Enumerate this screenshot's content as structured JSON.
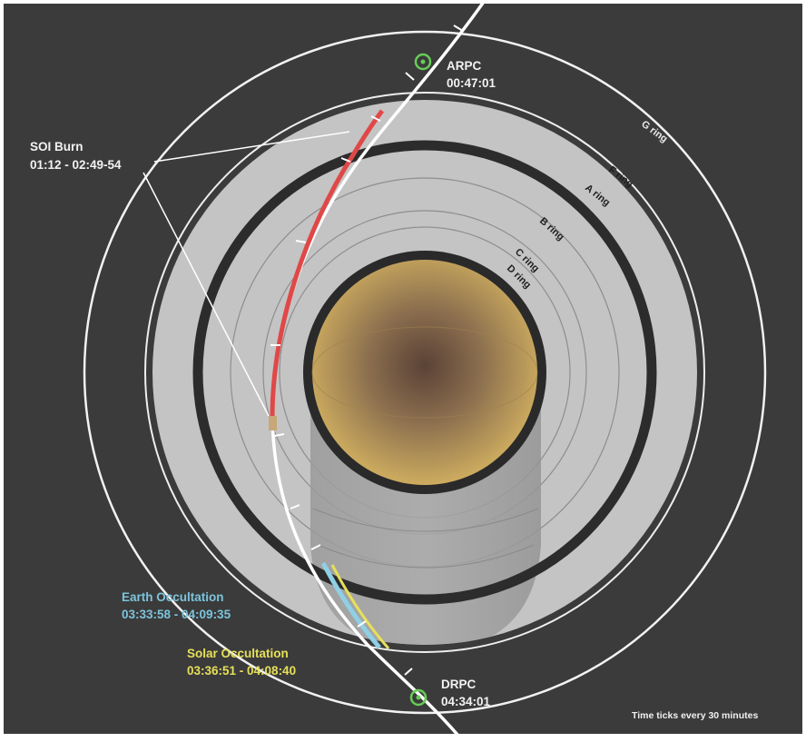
{
  "events": {
    "arpc": {
      "name": "ARPC",
      "time": "00:47:01"
    },
    "soi_burn": {
      "name": "SOI Burn",
      "time": "01:12 - 02:49-54"
    },
    "earth_occultation": {
      "name": "Earth Occultation",
      "time": "03:33:58 - 04:09:35"
    },
    "solar_occultation": {
      "name": "Solar Occultation",
      "time": "03:36:51 - 04:08:40"
    },
    "drpc": {
      "name": "DRPC",
      "time": "04:34:01"
    }
  },
  "rings": {
    "g": "G ring",
    "f": "F ring",
    "a": "A ring",
    "b": "B ring",
    "c": "C ring",
    "d": "D ring"
  },
  "note": "Time ticks every 30 minutes",
  "colors": {
    "background": "#3b3b3b",
    "rings_fill": "#c3c3c3",
    "planet": "#b89858",
    "burn": "#e04848",
    "earth_occultation": "#78c8e0",
    "solar_occultation": "#e6e05a",
    "trajectory": "#ffffff",
    "marker": "#66cc55"
  }
}
